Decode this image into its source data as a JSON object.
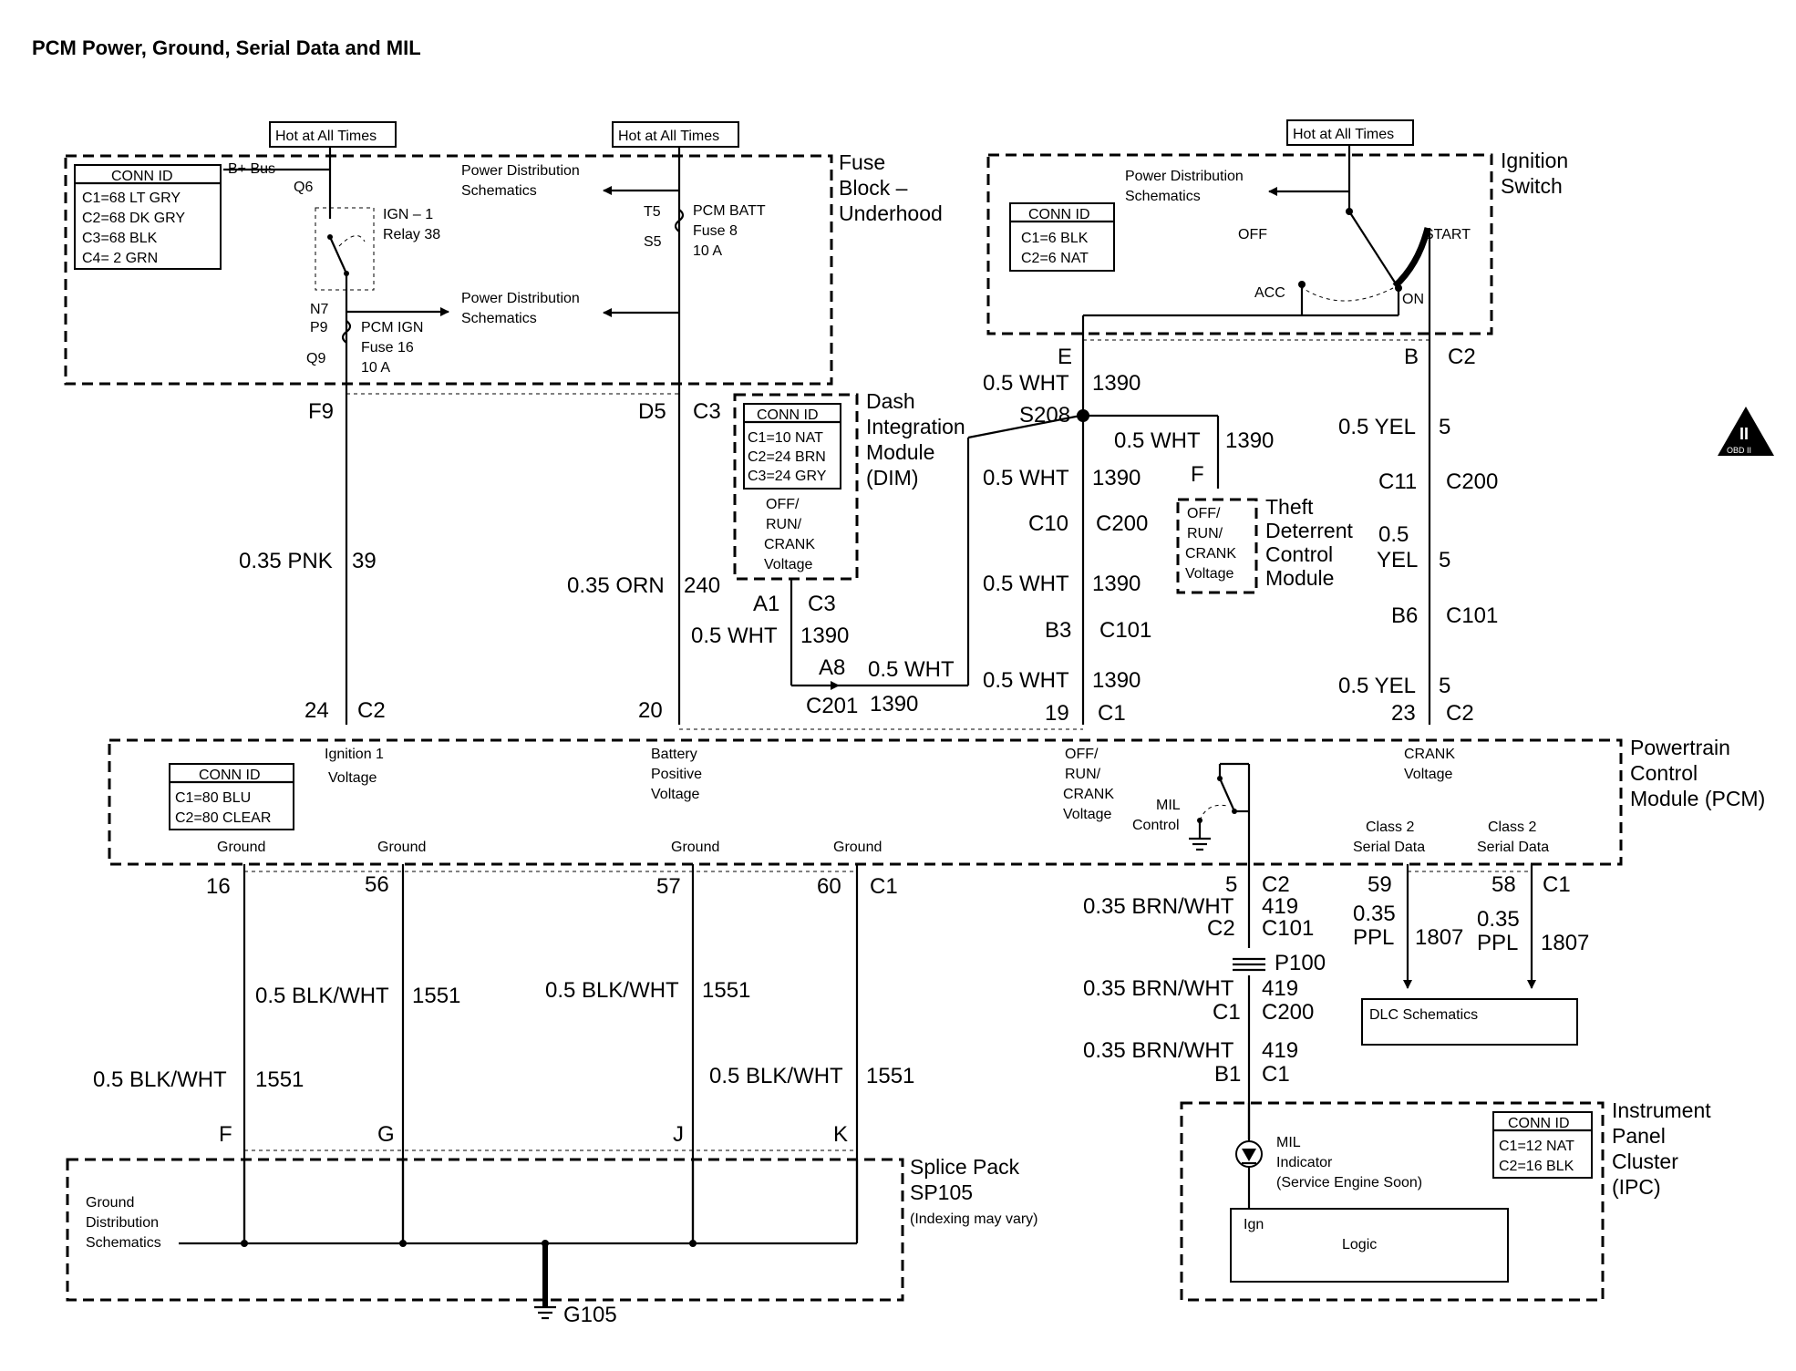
{
  "title": "PCM Power, Ground, Serial Data and MIL",
  "hot_label": "Hot at All Times",
  "conn_id_label": "CONN ID",
  "power_dist": [
    "Power Distribution",
    "Schematics"
  ],
  "ground_dist": [
    "Ground",
    "Distribution",
    "Schematics"
  ],
  "fuse_block": {
    "name": [
      "Fuse",
      "Block –",
      "Underhood"
    ],
    "conn": [
      "C1=68 LT GRY",
      "C2=68 DK GRY",
      "C3=68 BLK",
      "C4= 2 GRN"
    ],
    "bplus_bus": "B+ Bus",
    "q6": "Q6",
    "relay": [
      "IGN – 1",
      "Relay 38"
    ],
    "n7": "N7",
    "p9": "P9",
    "q9": "Q9",
    "pcm_ign_fuse": [
      "PCM IGN",
      "Fuse 16",
      "10 A"
    ],
    "t5": "T5",
    "s5": "S5",
    "pcm_batt_fuse": [
      "PCM BATT",
      "Fuse 8",
      "10 A"
    ],
    "f9": "F9",
    "d5": "D5",
    "c3": "C3"
  },
  "ignition_switch": {
    "name": [
      "Ignition",
      "Switch"
    ],
    "conn": [
      "C1=6 BLK",
      "C2=6 NAT"
    ],
    "off": "OFF",
    "acc": "ACC",
    "on": "ON",
    "start": "START",
    "e": "E",
    "b": "B",
    "c2": "C2"
  },
  "dim": {
    "name": [
      "Dash",
      "Integration",
      "Module",
      "(DIM)"
    ],
    "conn": [
      "C1=10 NAT",
      "C2=24 BRN",
      "C3=24 GRY"
    ],
    "voltage": [
      "OFF/",
      "RUN/",
      "CRANK",
      "Voltage"
    ],
    "a1": "A1",
    "c3": "C3"
  },
  "tdcm": {
    "name": [
      "Theft",
      "Deterrent",
      "Control",
      "Module"
    ],
    "voltage": [
      "OFF/",
      "RUN/",
      "CRANK",
      "Voltage"
    ],
    "f": "F"
  },
  "pcm": {
    "name": [
      "Powertrain",
      "Control",
      "Module (PCM)"
    ],
    "conn": [
      "C1=80 BLU",
      "C2=80 CLEAR"
    ],
    "ignition1": [
      "Ignition 1",
      "Voltage"
    ],
    "battery": [
      "Battery",
      "Positive",
      "Voltage"
    ],
    "run_crank": [
      "OFF/",
      "RUN/",
      "CRANK",
      "Voltage"
    ],
    "crank": [
      "CRANK",
      "Voltage"
    ],
    "mil_control": [
      "MIL",
      "Control"
    ],
    "class2": [
      "Class 2",
      "Serial Data"
    ],
    "ground": "Ground"
  },
  "wires": {
    "pnk": "0.35 PNK",
    "pnk_circ": "39",
    "orn": "0.35 ORN",
    "orn_circ": "240",
    "wht": "0.5 WHT",
    "wht_circ": "1390",
    "yel": "0.5 YEL",
    "yel_circ": "5",
    "yel_split": [
      "0.5",
      "YEL"
    ],
    "blk": "0.5 BLK/WHT",
    "blk_circ": "1551",
    "brn": "0.35 BRN/WHT",
    "brn_circ": "419",
    "ppl": [
      "0.35",
      "PPL"
    ],
    "ppl_circ": "1807"
  },
  "pins": {
    "pcm_24": "24",
    "pcm_c2a": "C2",
    "pcm_20": "20",
    "pcm_19": "19",
    "pcm_c1a": "C1",
    "pcm_23": "23",
    "pcm_c2b": "C2",
    "g16": "16",
    "g56": "56",
    "g57": "57",
    "g60": "60",
    "g_c1": "C1",
    "s208": "S208",
    "c10": "C10",
    "c200": "C200",
    "b3": "B3",
    "c101": "C101",
    "c11": "C11",
    "b6": "B6",
    "a8": "A8",
    "c201": "C201",
    "c201_circ": "1390",
    "m5": "5",
    "m_c2": "C2",
    "m_419": "419",
    "m2_c2": "C2",
    "m2_c101": "C101",
    "p100": "P100",
    "m3_c1": "C1",
    "m3_c200": "C200",
    "m4_b1": "B1",
    "m4_c1": "C1",
    "d59": "59",
    "d58": "58",
    "d_c1": "C1",
    "sp_f": "F",
    "sp_g": "G",
    "sp_j": "J",
    "sp_k": "K"
  },
  "splice_pack": {
    "name": [
      "Splice Pack",
      "SP105"
    ],
    "note": "(Indexing may vary)",
    "ground": "G105"
  },
  "dlc": "DLC Schematics",
  "ipc": {
    "name": [
      "Instrument",
      "Panel",
      "Cluster",
      "(IPC)"
    ],
    "conn": [
      "C1=12 NAT",
      "C2=16 BLK"
    ],
    "mil": [
      "MIL",
      "Indicator",
      "(Service Engine Soon)"
    ],
    "ign": "Ign",
    "logic": "Logic"
  },
  "obd_badge": {
    "numeral": "II",
    "label": "OBD II"
  }
}
